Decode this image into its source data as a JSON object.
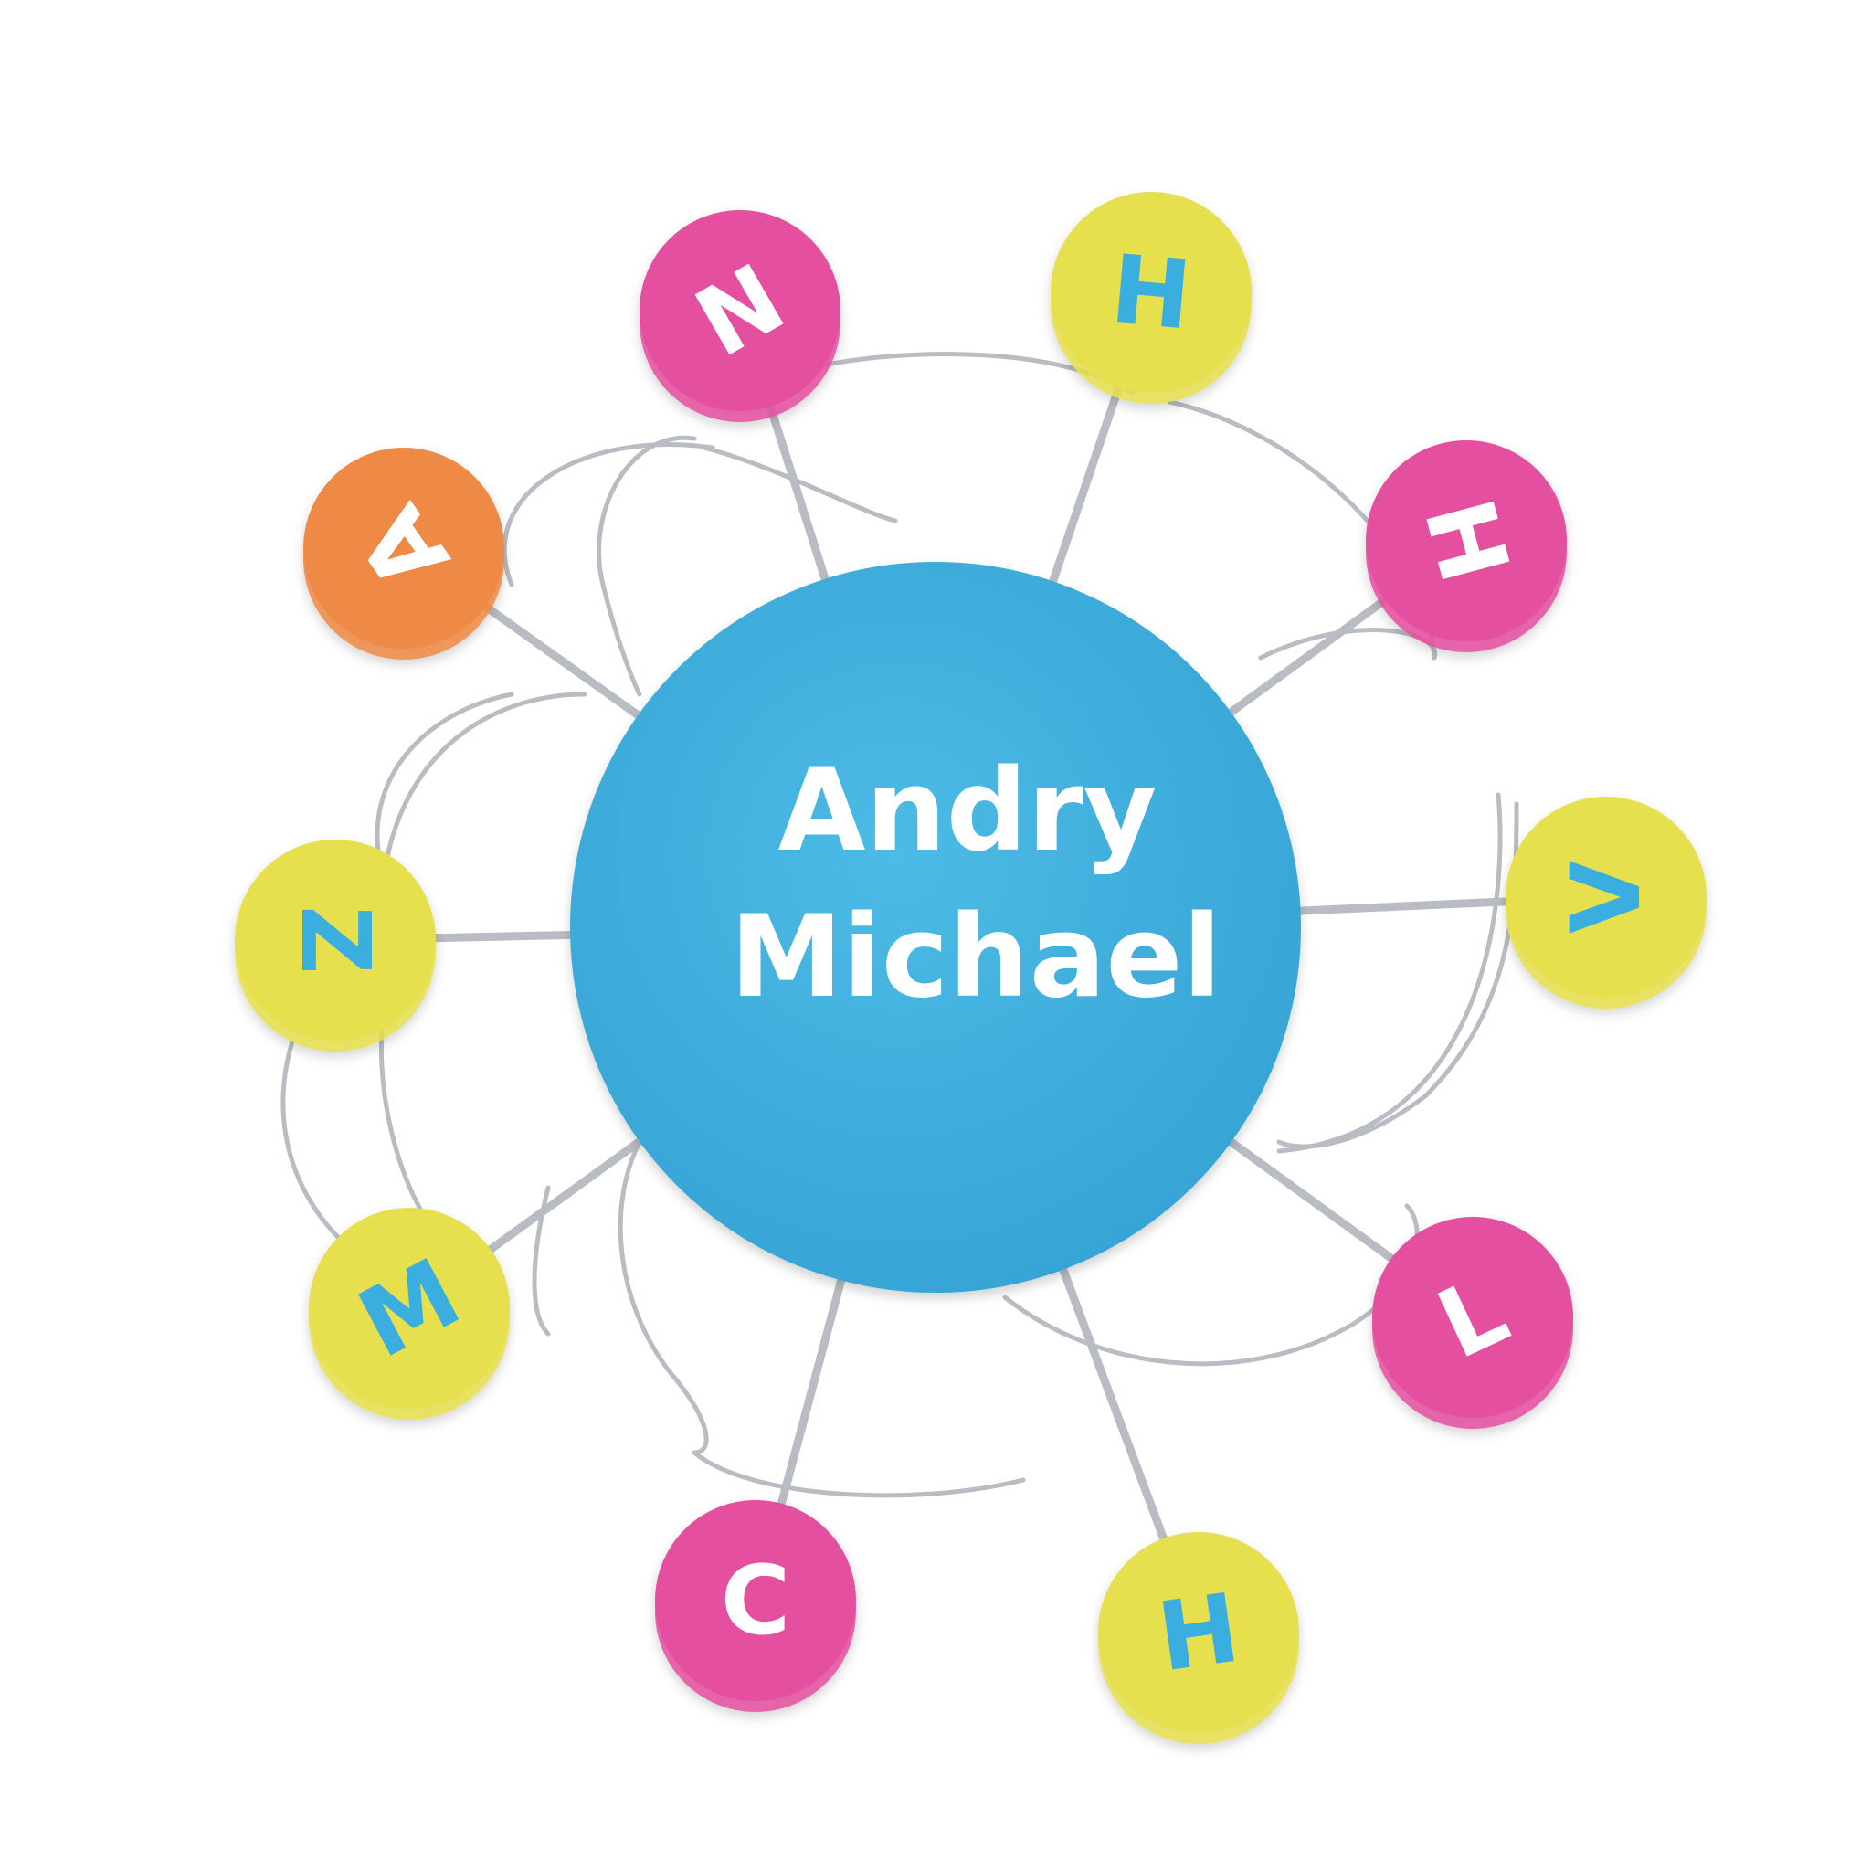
{
  "center": {
    "line1": "Andry",
    "line2": "Michael",
    "color": "#3eaedb"
  },
  "colors": {
    "pink": "#e5509f",
    "yellow": "#e6e04f",
    "orange": "#ee8a45",
    "blue_letter": "#3aaee0",
    "white_letter": "#ffffff",
    "wire": "#b9bcc2"
  },
  "nodes": [
    {
      "id": "n-top",
      "letter": "N",
      "color": "pink",
      "letter_color": "white_letter",
      "rotation": -30
    },
    {
      "id": "h-top",
      "letter": "H",
      "color": "yellow",
      "letter_color": "blue_letter",
      "rotation": 5
    },
    {
      "id": "h-right-top",
      "letter": "H",
      "color": "pink",
      "letter_color": "white_letter",
      "rotation": 75
    },
    {
      "id": "v-right",
      "letter": "V",
      "color": "yellow",
      "letter_color": "blue_letter",
      "rotation": -90
    },
    {
      "id": "l-right-bottom",
      "letter": "L",
      "color": "pink",
      "letter_color": "white_letter",
      "rotation": -25
    },
    {
      "id": "h-bottom",
      "letter": "H",
      "color": "yellow",
      "letter_color": "blue_letter",
      "rotation": -8
    },
    {
      "id": "c-bottom",
      "letter": "C",
      "color": "pink",
      "letter_color": "white_letter",
      "rotation": 0
    },
    {
      "id": "m-left-bottom",
      "letter": "M",
      "color": "yellow",
      "letter_color": "blue_letter",
      "rotation": -28
    },
    {
      "id": "z-left",
      "letter": "Z",
      "color": "yellow",
      "letter_color": "blue_letter",
      "rotation": 90
    },
    {
      "id": "a-left-top",
      "letter": "A",
      "color": "orange",
      "letter_color": "white_letter",
      "rotation": -125
    }
  ]
}
